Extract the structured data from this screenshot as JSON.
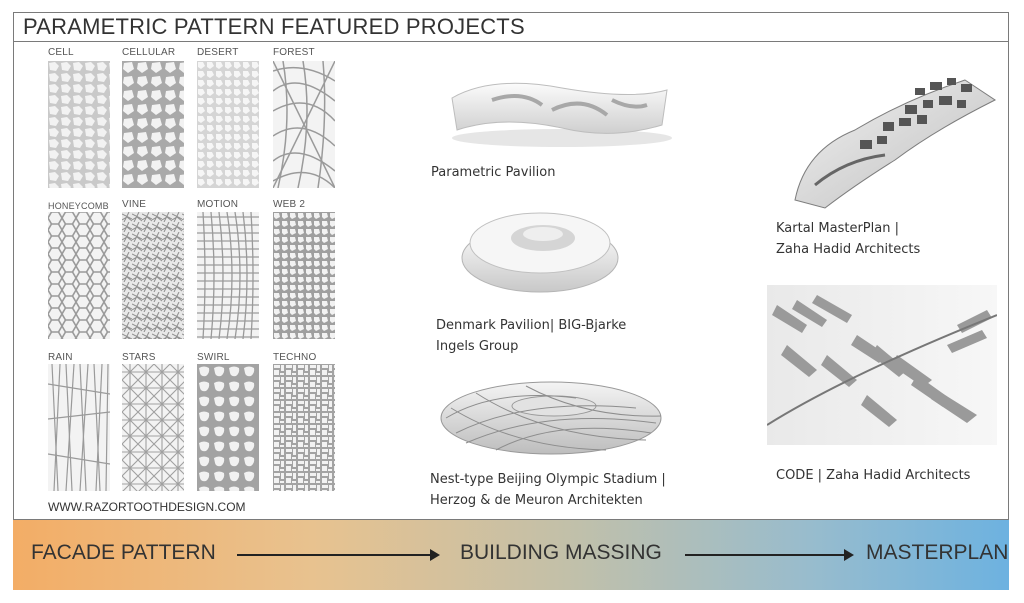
{
  "header": {
    "title": "PARAMETRIC PATTERN FEATURED PROJECTS"
  },
  "patterns": [
    "CELL",
    "CELLULAR",
    "DESERT",
    "FOREST",
    "HONEYCOMB",
    "VINE",
    "MOTION",
    "WEB 2",
    "RAIN",
    "STARS",
    "SWIRL",
    "TECHNO"
  ],
  "website": "WWW.RAZORTOOTHDESIGN.COM",
  "projects": {
    "parametric_pavilion": "Parametric Pavilion",
    "denmark_line1": "Denmark Pavilion| BIG-Bjarke",
    "denmark_line2": "Ingels Group",
    "beijing_line1": "Nest-type Beijing Olympic Stadium |",
    "beijing_line2": "Herzog & de Meuron Architekten",
    "kartal_line1": "Kartal MasterPlan |",
    "kartal_line2": "Zaha Hadid Architects",
    "code": "CODE | Zaha Hadid Architects"
  },
  "flow": {
    "stage1": "FACADE PATTERN",
    "stage2": "BUILDING MASSING",
    "stage3": "MASTERPLAN"
  },
  "colors": {
    "gradient_start": "#f3ad66",
    "gradient_end": "#6db2e0",
    "swatch_grey": "#9a9a9a"
  }
}
